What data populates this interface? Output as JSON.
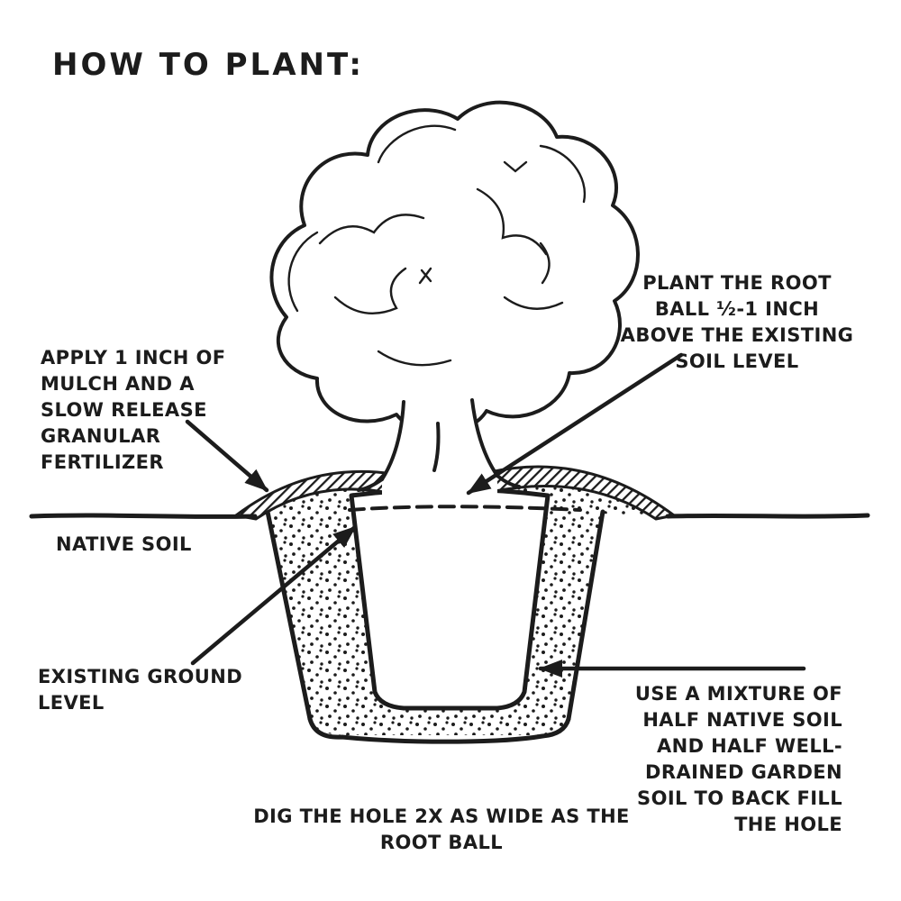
{
  "title": "HOW TO PLANT:",
  "colors": {
    "ink": "#1c1c1c",
    "background": "#ffffff"
  },
  "annotations": {
    "apply_mulch": "APPLY 1 INCH OF MULCH AND A SLOW RELEASE GRANULAR FERTILIZER",
    "plant_root_ball": "PLANT THE ROOT BALL ½-1 INCH ABOVE THE EXISTING SOIL LEVEL",
    "native_soil": "NATIVE SOIL",
    "existing_ground_level": "EXISTING GROUND LEVEL",
    "backfill_mixture": "USE A MIXTURE OF HALF NATIVE SOIL AND HALF WELL-DRAINED GARDEN SOIL TO BACK FILL THE HOLE",
    "dig_hole": "DIG THE HOLE 2X AS WIDE AS THE ROOT BALL"
  }
}
